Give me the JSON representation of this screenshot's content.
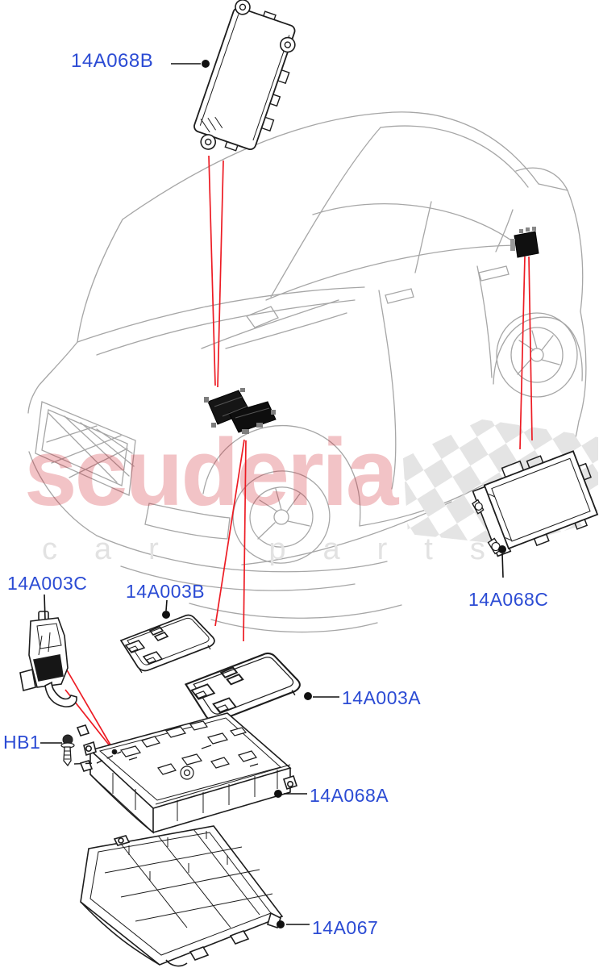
{
  "watermark": {
    "brand": "scuderia",
    "subtitle": "car parts"
  },
  "parts": [
    {
      "code": "14A068B"
    },
    {
      "code": "14A003C"
    },
    {
      "code": "14A003B"
    },
    {
      "code": "14A003A"
    },
    {
      "code": "HB1"
    },
    {
      "code": "14A068A"
    },
    {
      "code": "14A068C"
    },
    {
      "code": "14A067"
    }
  ],
  "icons": {
    "bolt": "bolt-icon",
    "checkered_flag": "checkered-flag"
  },
  "colors": {
    "label_blue": "#2b4bd4",
    "callout_red": "#ed1c24",
    "leader_black": "#111111",
    "car_outline": "#a6a6a6",
    "part_outline": "#1d1d1d",
    "watermark_red": "#d02832",
    "watermark_gray": "#e2e2e2",
    "flag_gray": "#e4e4e4"
  }
}
